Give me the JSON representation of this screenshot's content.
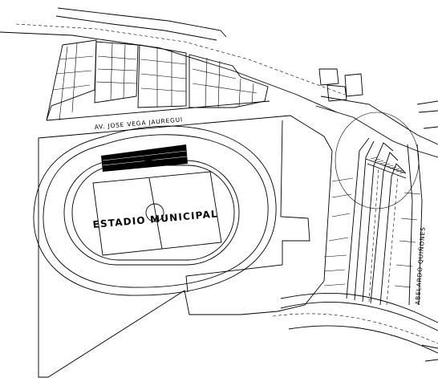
{
  "map": {
    "labels": {
      "avenue": "AV. JOSE VEGA JAUREGUI",
      "stadium": "ESTADIO MUNICIPAL",
      "street_east": "ABELARDO QUIÑONES"
    },
    "colors": {
      "line": "#000000",
      "background": "#ffffff"
    }
  }
}
